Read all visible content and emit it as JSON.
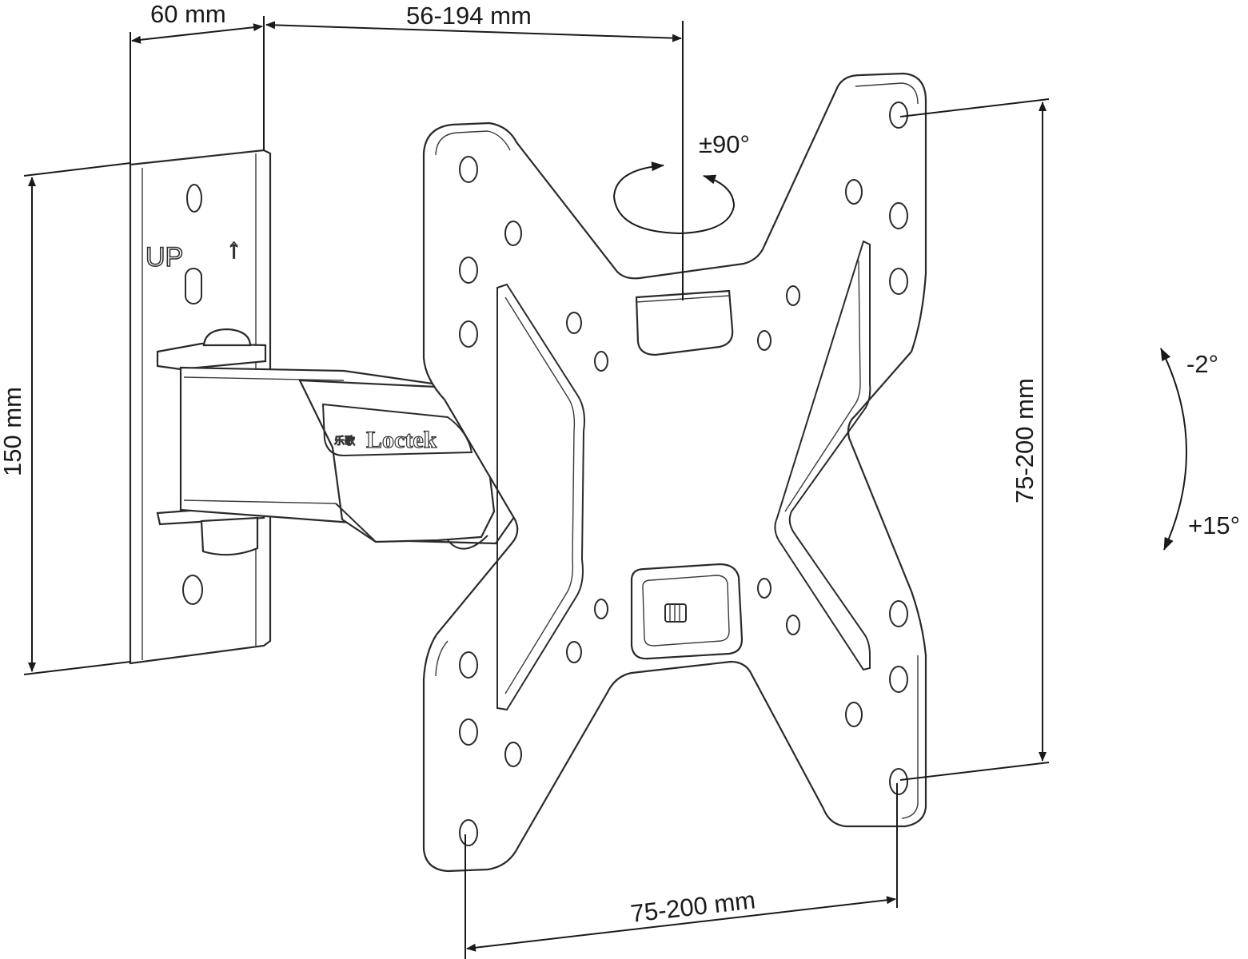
{
  "dimensions": {
    "wall_plate_width": "60 mm",
    "arm_extension": "56-194 mm",
    "wall_plate_height": "150 mm",
    "vesa_vertical": "75-200 mm",
    "vesa_horizontal": "75-200 mm"
  },
  "rotation": {
    "swivel": "±90°",
    "tilt_up": "-2°",
    "tilt_down": "+15°"
  },
  "wall_plate": {
    "up_label": "UP",
    "arrow": "↑"
  },
  "brand": {
    "logo_small": "乐歌",
    "logo_text": "Loctek"
  }
}
